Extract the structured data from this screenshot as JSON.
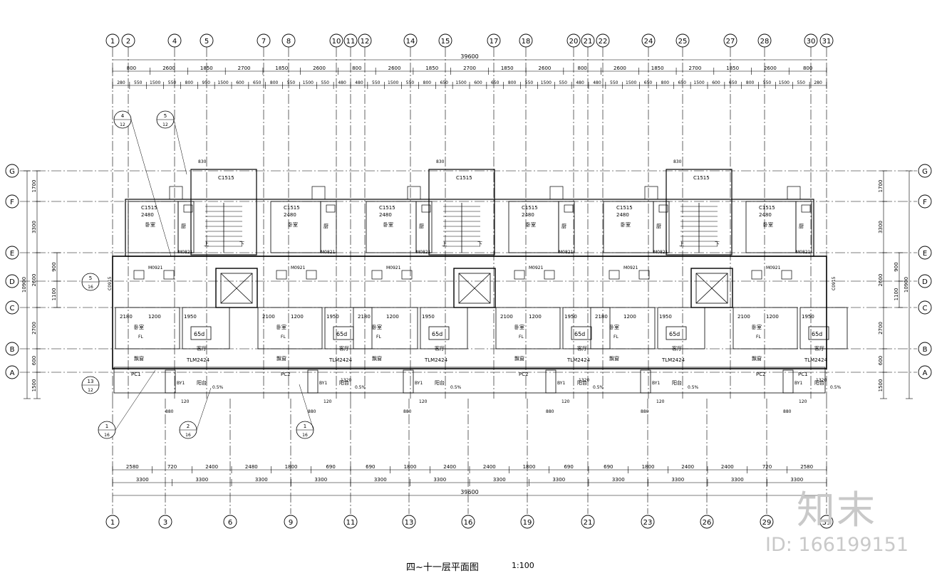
{
  "drawing": {
    "title": "四~十一层平面图",
    "scale": "1:100",
    "watermark_brand": "知末",
    "watermark_id": "ID: 166199151"
  },
  "grid": {
    "top_axes": [
      "1",
      "2",
      "4",
      "5",
      "7",
      "8",
      "10",
      "11",
      "12",
      "14",
      "15",
      "17",
      "18",
      "20",
      "21",
      "22",
      "24",
      "25",
      "27",
      "28",
      "30",
      "31"
    ],
    "bottom_axes": [
      "1",
      "3",
      "6",
      "9",
      "11",
      "13",
      "16",
      "19",
      "21",
      "23",
      "26",
      "29",
      "31"
    ],
    "row_axes": [
      "G",
      "F",
      "E",
      "D",
      "C",
      "B",
      "A"
    ]
  },
  "dimensions": {
    "overall": "39600",
    "top_row1": [
      "800",
      "2600",
      "1850",
      "2700",
      "1850",
      "2600",
      "800",
      "2600",
      "1850",
      "2700",
      "1850",
      "2600",
      "800",
      "2600",
      "1850",
      "2700",
      "1850",
      "2600",
      "800"
    ],
    "top_row2": [
      "280",
      "550",
      "1500",
      "550",
      "800",
      "950",
      "1500",
      "600",
      "650",
      "800",
      "550",
      "1500",
      "550",
      "480",
      "480",
      "550",
      "1500",
      "550",
      "800",
      "650",
      "1500",
      "600",
      "650",
      "800",
      "550",
      "1500",
      "550",
      "480",
      "480",
      "550",
      "1500",
      "650",
      "800",
      "650",
      "1500",
      "600",
      "650",
      "800",
      "550",
      "1500",
      "550",
      "280"
    ],
    "bottom_row1": [
      "2580",
      "720",
      "2400",
      "2480",
      "1800",
      "690",
      "690",
      "1800",
      "2400",
      "2400",
      "1800",
      "690",
      "690",
      "1800",
      "2400",
      "2400",
      "720",
      "2580"
    ],
    "bottom_row2": [
      "3300",
      "3300",
      "3300",
      "3300",
      "3300",
      "3300",
      "3300",
      "3300",
      "3300",
      "3300",
      "3300",
      "3300"
    ],
    "left_col1": [
      "1700",
      "3300",
      "2600",
      "2700",
      "600",
      "1500"
    ],
    "left_col2": [
      "900",
      "1100"
    ],
    "left_overall": "10900",
    "right_col1": [
      "1700",
      "3300",
      "2600",
      "2700",
      "600",
      "1500"
    ],
    "right_col2": [
      "900",
      "1100"
    ],
    "right_overall": "10900"
  },
  "labels": {
    "window_c1515": "C1515",
    "window_c0915": "C0915",
    "door_m0821": "M0821",
    "door_m0921": "M0921",
    "window_tlm": "TLM2424",
    "window_pc1": "PC1",
    "window_pc2": "PC2",
    "beam_by1": "BY1",
    "room_bedroom": "卧室",
    "room_living": "客厅",
    "room_kitchen": "厨",
    "room_balcony": "阳台",
    "room_bay": "飘窗",
    "room_area": "65d",
    "floor_drain": "FL",
    "up": "上",
    "down": "下",
    "dim_2480": "2480",
    "dim_2180": "2180",
    "dim_1950": "1950",
    "dim_1200": "1200",
    "dim_2100": "2100",
    "dim_830": "830",
    "dim_880": "880",
    "dim_120": "120",
    "dim_1320": "1320",
    "dim_slope": "0.5%",
    "detail_4_12": [
      "4",
      "12"
    ],
    "detail_5_12": [
      "5",
      "12"
    ],
    "detail_5_16": [
      "5",
      "16"
    ],
    "detail_13_12": [
      "13",
      "12"
    ],
    "detail_1_16": [
      "1",
      "16"
    ],
    "detail_2_16": [
      "2",
      "16"
    ]
  }
}
